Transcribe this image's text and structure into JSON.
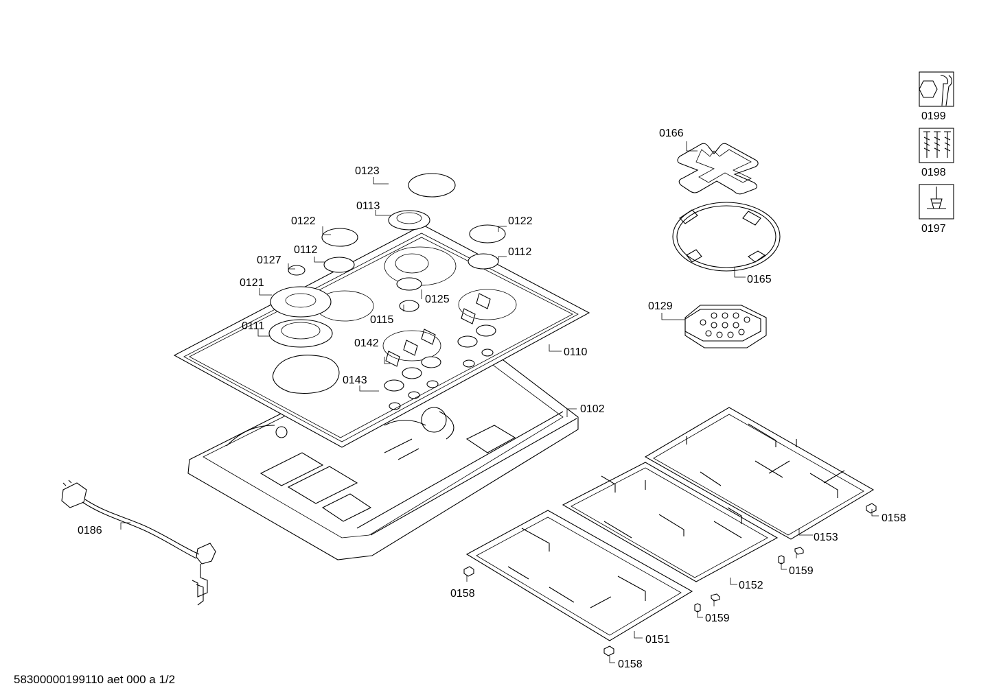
{
  "labels": {
    "p0102": "0102",
    "p0110": "0110",
    "p0111": "0111",
    "p0112a": "0112",
    "p0112b": "0112",
    "p0113": "0113",
    "p0115": "0115",
    "p0121": "0121",
    "p0122a": "0122",
    "p0122b": "0122",
    "p0123": "0123",
    "p0125": "0125",
    "p0127": "0127",
    "p0129": "0129",
    "p0142": "0142",
    "p0143": "0143",
    "p0151": "0151",
    "p0152": "0152",
    "p0153": "0153",
    "p0158a": "0158",
    "p0158b": "0158",
    "p0158c": "0158",
    "p0159a": "0159",
    "p0159b": "0159",
    "p0165": "0165",
    "p0166": "0166",
    "p0186": "0186",
    "p0197": "0197",
    "p0198": "0198",
    "p0199": "0199"
  },
  "footer": "58300000199110 aet 000 a 1/2"
}
